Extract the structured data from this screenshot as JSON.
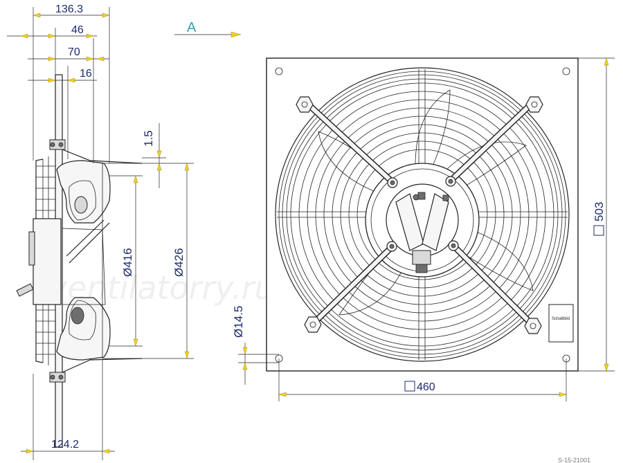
{
  "view_label": "A",
  "side_view": {
    "dims": {
      "overall_depth": "136.3",
      "d46": "46",
      "d70": "70",
      "d16": "16",
      "gap": "1.5",
      "dia_inner": "Ø416",
      "dia_outer": "Ø426",
      "base_depth": "124.2"
    }
  },
  "front_view": {
    "hole_dia": "Ø14.5",
    "hole_spacing": "460",
    "plate_size": "503",
    "nameplate_text": "Schaltbild"
  },
  "watermark": "ventilatorry.ru",
  "corner_code": "S-15-21001"
}
